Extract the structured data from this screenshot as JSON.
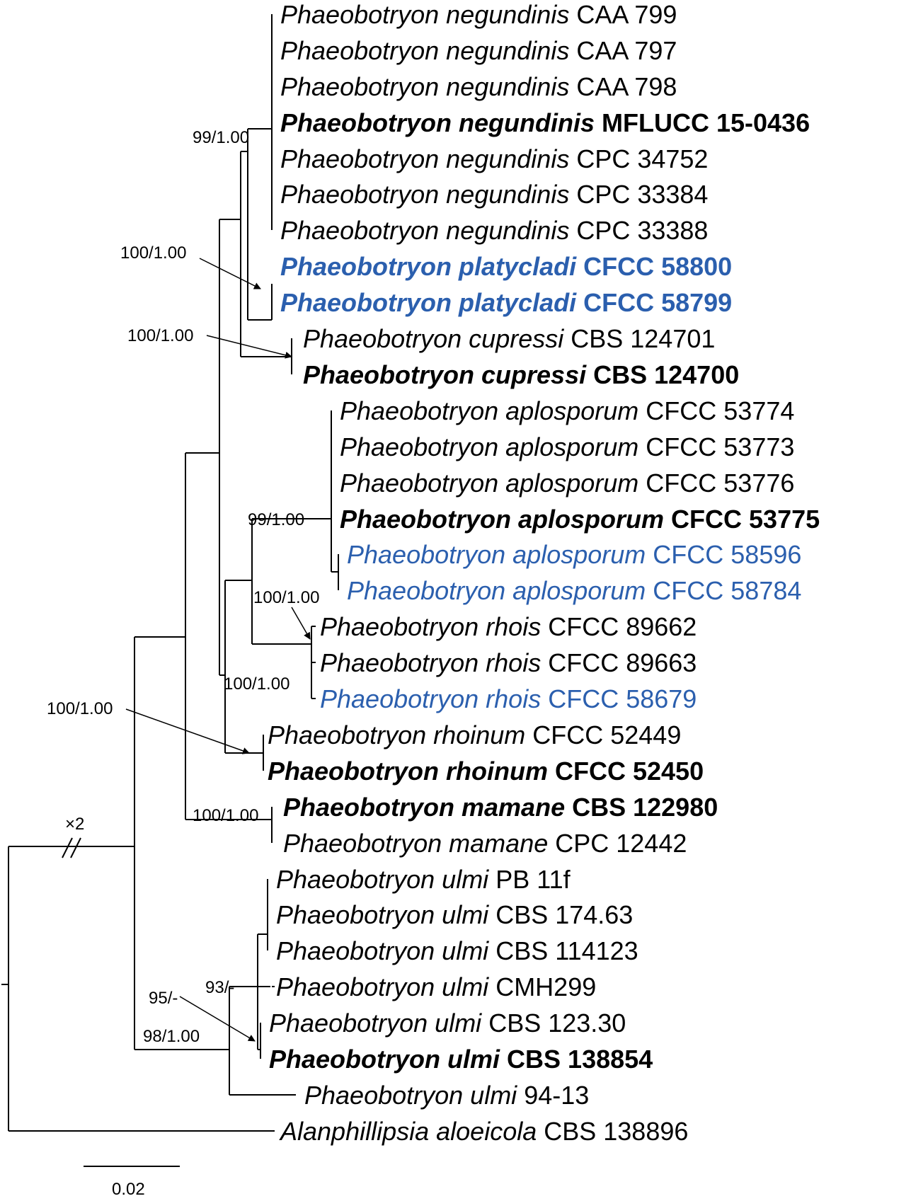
{
  "colors": {
    "highlight": "#2b5fae",
    "text": "#000000"
  },
  "taxa": [
    {
      "name": "Phaeobotryon negundinis",
      "strain": "CAA 799",
      "bold": false,
      "blue": false
    },
    {
      "name": "Phaeobotryon negundinis",
      "strain": "CAA 797",
      "bold": false,
      "blue": false
    },
    {
      "name": "Phaeobotryon negundinis",
      "strain": "CAA 798",
      "bold": false,
      "blue": false
    },
    {
      "name": "Phaeobotryon negundinis",
      "strain": "MFLUCC 15-0436",
      "bold": true,
      "blue": false
    },
    {
      "name": "Phaeobotryon negundinis",
      "strain": "CPC 34752",
      "bold": false,
      "blue": false
    },
    {
      "name": "Phaeobotryon negundinis",
      "strain": "CPC 33384",
      "bold": false,
      "blue": false
    },
    {
      "name": "Phaeobotryon negundinis",
      "strain": "CPC 33388",
      "bold": false,
      "blue": false
    },
    {
      "name": "Phaeobotryon platycladi",
      "strain": "CFCC 58800",
      "bold": true,
      "blue": true
    },
    {
      "name": "Phaeobotryon platycladi",
      "strain": "CFCC 58799",
      "bold": true,
      "blue": true
    },
    {
      "name": "Phaeobotryon cupressi",
      "strain": "CBS 124701",
      "bold": false,
      "blue": false
    },
    {
      "name": "Phaeobotryon cupressi",
      "strain": "CBS 124700",
      "bold": true,
      "blue": false
    },
    {
      "name": "Phaeobotryon aplosporum",
      "strain": "CFCC 53774",
      "bold": false,
      "blue": false
    },
    {
      "name": "Phaeobotryon aplosporum",
      "strain": "CFCC 53773",
      "bold": false,
      "blue": false
    },
    {
      "name": "Phaeobotryon aplosporum",
      "strain": "CFCC 53776",
      "bold": false,
      "blue": false
    },
    {
      "name": "Phaeobotryon aplosporum",
      "strain": "CFCC 53775",
      "bold": true,
      "blue": false
    },
    {
      "name": "Phaeobotryon aplosporum",
      "strain": "CFCC 58596",
      "bold": false,
      "blue": true
    },
    {
      "name": "Phaeobotryon aplosporum",
      "strain": "CFCC 58784",
      "bold": false,
      "blue": true
    },
    {
      "name": "Phaeobotryon rhois",
      "strain": "CFCC 89662",
      "bold": false,
      "blue": false
    },
    {
      "name": "Phaeobotryon rhois",
      "strain": "CFCC 89663",
      "bold": false,
      "blue": false
    },
    {
      "name": "Phaeobotryon rhois",
      "strain": "CFCC 58679",
      "bold": false,
      "blue": true
    },
    {
      "name": "Phaeobotryon rhoinum",
      "strain": "CFCC 52449",
      "bold": false,
      "blue": false
    },
    {
      "name": "Phaeobotryon rhoinum",
      "strain": "CFCC 52450",
      "bold": true,
      "blue": false
    },
    {
      "name": "Phaeobotryon mamane",
      "strain": "CBS 122980",
      "bold": true,
      "blue": false
    },
    {
      "name": "Phaeobotryon mamane",
      "strain": "CPC 12442",
      "bold": false,
      "blue": false
    },
    {
      "name": "Phaeobotryon ulmi",
      "strain": "PB 11f",
      "bold": false,
      "blue": false
    },
    {
      "name": "Phaeobotryon ulmi",
      "strain": "CBS 174.63",
      "bold": false,
      "blue": false
    },
    {
      "name": "Phaeobotryon ulmi",
      "strain": "CBS 114123",
      "bold": false,
      "blue": false
    },
    {
      "name": "Phaeobotryon ulmi",
      "strain": "CMH299",
      "bold": false,
      "blue": false
    },
    {
      "name": "Phaeobotryon ulmi",
      "strain": "CBS 123.30",
      "bold": false,
      "blue": false
    },
    {
      "name": "Phaeobotryon ulmi",
      "strain": "CBS 138854",
      "bold": true,
      "blue": false
    },
    {
      "name": "Phaeobotryon ulmi",
      "strain": "94-13",
      "bold": false,
      "blue": false
    },
    {
      "name": "Alanphillipsia aloeicola",
      "strain": "CBS 138896",
      "bold": false,
      "blue": false
    }
  ],
  "supports": [
    "99/1.00",
    "100/1.00",
    "100/1.00",
    "99/1.00",
    "100/1.00",
    "100/1.00",
    "100/1.00",
    "100/1.00",
    "93/-",
    "95/-",
    "98/1.00"
  ],
  "break_label": "×2",
  "scale_label": "0.02"
}
